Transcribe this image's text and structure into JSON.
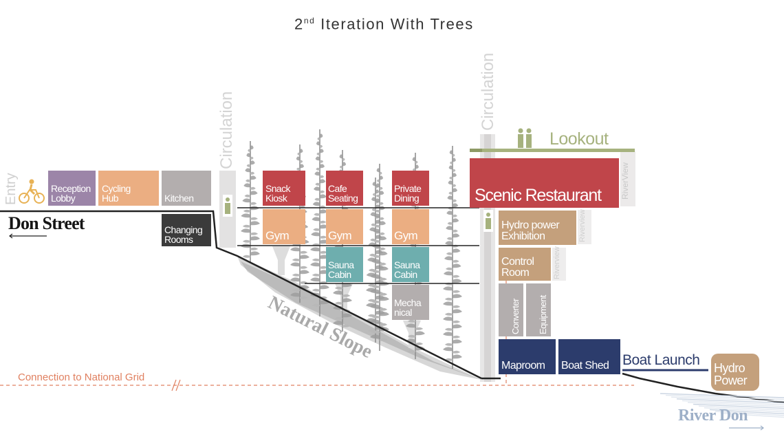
{
  "title": {
    "base": "2",
    "superscript": "nd",
    "rest": "Iteration With Trees"
  },
  "street": {
    "label": "Don Street",
    "entry": "Entry"
  },
  "circulation": {
    "left": "Circulation",
    "right": "Circulation"
  },
  "rooms": {
    "reception_lobby": "Reception\nLobby",
    "cycling_hub": "Cycling\nHub",
    "kitchen": "Kitchen",
    "changing_rooms": "Changing\nRooms",
    "snack_kiosk": "Snack\nKiosk",
    "cafe_seating": "Cafe\nSeating",
    "private_dining": "Private\nDining",
    "gym_1": "Gym",
    "gym_2": "Gym",
    "gym_3": "Gym",
    "sauna_cabin_1": "Sauna\nCabin",
    "sauna_cabin_2": "Sauna\nCabin",
    "mechanical": "Mecha\nnical",
    "scenic_restaurant": "Scenic Restaurant",
    "hydro_exhibition": "Hydro power\nExhibition",
    "control_room": "Control\nRoom",
    "converter": "Converter",
    "equipment": "Equipment",
    "maproom": "Maproom",
    "boat_shed": "Boat Shed",
    "hydro_power": "Hydro\nPower"
  },
  "riverview": {
    "restaurant": "RiverView",
    "exhibition": "Riverview",
    "control": "Riverview"
  },
  "lookout": "Lookout",
  "boat_launch": "Boat Launch",
  "natural_slope": "Natural Slope",
  "river": "River Don",
  "grid": "Connection to National Grid",
  "colors": {
    "purple": "#9c85a8",
    "orange": "#ebae82",
    "grey": "#b3aeae",
    "dark": "#3b3b3b",
    "red": "#c0454a",
    "teal": "#6eaeae",
    "tan": "#c4a07c",
    "navy": "#2c3c6c",
    "green": "#a6b27e",
    "grid_line": "#e08060",
    "river": "#9eb0c8"
  }
}
